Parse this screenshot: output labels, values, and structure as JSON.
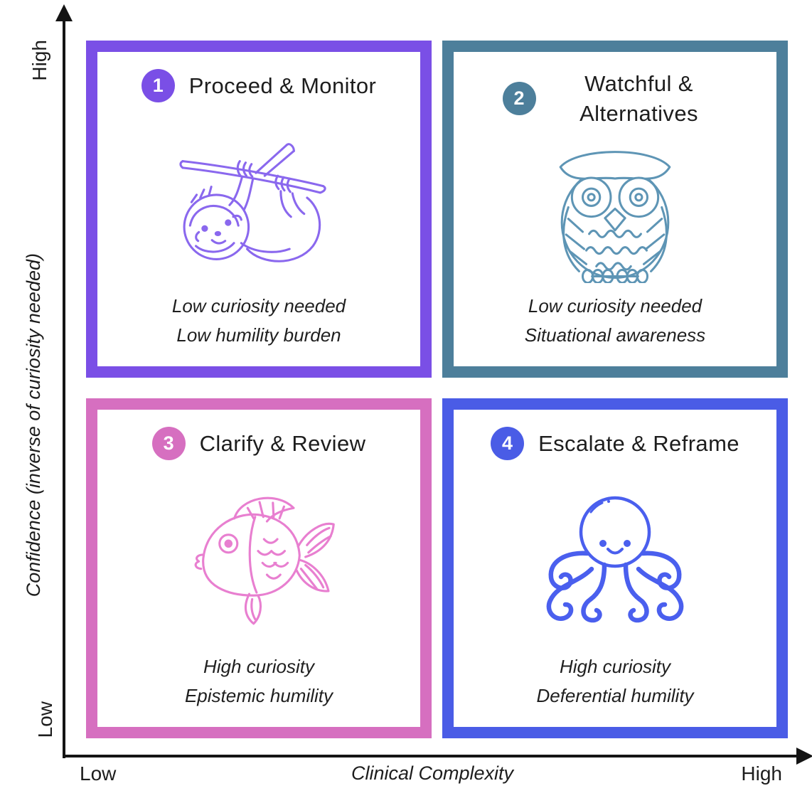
{
  "figure": {
    "background_color": "#ffffff",
    "axis_color": "#141414"
  },
  "y_axis": {
    "label": "Confidence (inverse of curiosity needed)",
    "top_label": "High",
    "bottom_label": "Low"
  },
  "x_axis": {
    "label": "Clinical Complexity",
    "left_label": "Low",
    "right_label": "High"
  },
  "quadrants": [
    {
      "number": "1",
      "title": "Proceed & Monitor",
      "subtitle_line1": "Low curiosity needed",
      "subtitle_line2": "Low humility burden",
      "accent_color": "#7a4fe6",
      "icon_color": "#8a68ee",
      "icon": "sloth-icon"
    },
    {
      "number": "2",
      "title": "Watchful & Alternatives",
      "subtitle_line1": "Low curiosity needed",
      "subtitle_line2": "Situational awareness",
      "accent_color": "#4d7f9b",
      "icon_color": "#5e95b5",
      "icon": "owl-icon"
    },
    {
      "number": "3",
      "title": "Clarify & Review",
      "subtitle_line1": "High curiosity",
      "subtitle_line2": "Epistemic humility",
      "accent_color": "#d66fc0",
      "icon_color": "#e87fd0",
      "icon": "fish-icon"
    },
    {
      "number": "4",
      "title": "Escalate & Reframe",
      "subtitle_line1": "High curiosity",
      "subtitle_line2": "Deferential humility",
      "accent_color": "#4a5ce6",
      "icon_color": "#4a5fee",
      "icon": "octopus-icon"
    }
  ]
}
